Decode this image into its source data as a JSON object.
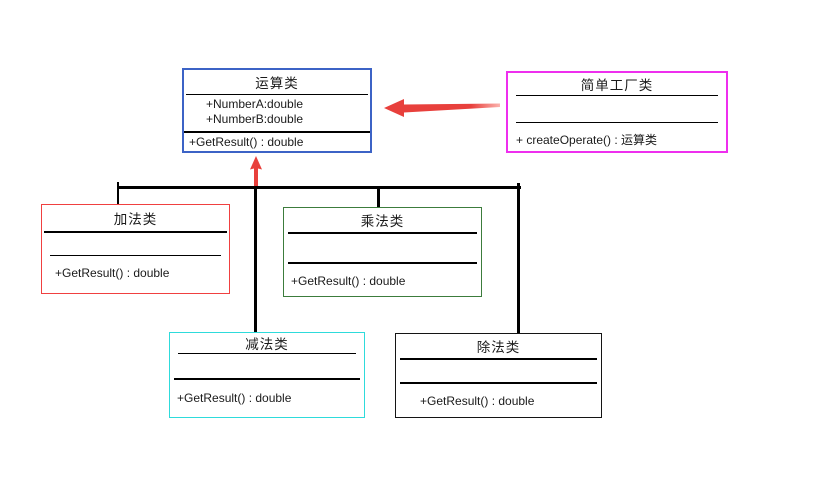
{
  "diagram": {
    "title": "simple-factory-uml-class-diagram",
    "classes": {
      "operation": {
        "title": "运算类",
        "attributes": [
          "+NumberA:double",
          "+NumberB:double"
        ],
        "method": "+GetResult() : double",
        "border_color": "#3c63c6"
      },
      "factory": {
        "title": "简单工厂类",
        "method": "+ createOperate() : 运算类",
        "border_color": "#ee2fee"
      },
      "add": {
        "title": "加法类",
        "method": "+GetResult() : double",
        "border_color": "#f04040"
      },
      "multiply": {
        "title": "乘法类",
        "method": "+GetResult() : double",
        "border_color": "#3c7c3c"
      },
      "subtract": {
        "title": "减法类",
        "method": "+GetResult() : double",
        "border_color": "#2edbdb"
      },
      "divide": {
        "title": "除法类",
        "method": "+GetResult() : double",
        "border_color": "#141414"
      }
    },
    "connectors": {
      "line_color": "#000000",
      "arrow_color": "#e8403c",
      "arrow_tail_fade": "#fbb3ae"
    }
  }
}
